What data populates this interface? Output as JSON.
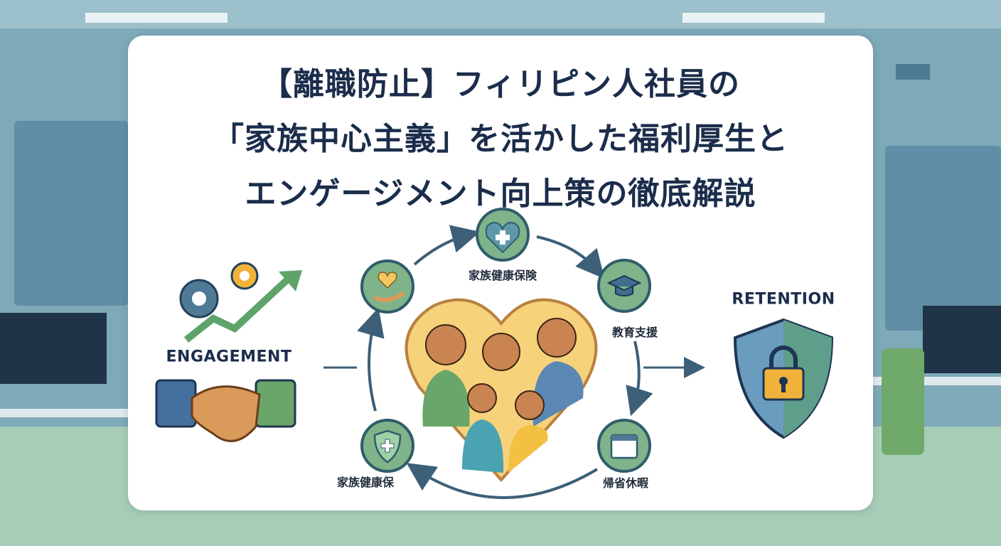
{
  "title": {
    "lines": [
      "【離職防止】フィリピン人社員の",
      "「家族中心主義」を活かした福利厚生と",
      "エンゲージメント向上策の徹底解説"
    ]
  },
  "left": {
    "label": "ENGAGEMENT",
    "icons": [
      "gears-icon",
      "growth-arrow-icon",
      "handshake-icon"
    ]
  },
  "right": {
    "label": "RETENTION",
    "icons": [
      "shield-lock-icon"
    ]
  },
  "cycle": {
    "nodes": [
      {
        "label": "家族健康保険",
        "icon": "heart-cross-icon"
      },
      {
        "label": "教育支援",
        "icon": "graduation-cap-icon"
      },
      {
        "label": "帰省休暇",
        "icon": "calendar-icon"
      },
      {
        "label": "家族健康保",
        "icon": "shield-cross-icon"
      },
      {
        "label": "",
        "icon": "hand-heart-icon"
      }
    ],
    "center_icon": "family-heart-icon"
  },
  "colors": {
    "title": "#1b2d4b",
    "node_fill": "#7fb38a",
    "node_ring": "#2f5d6b",
    "arrow": "#3d5f78",
    "heart_border": "#b9813f",
    "heart_fill": "#f6d27a",
    "background": "#6f9cae"
  }
}
